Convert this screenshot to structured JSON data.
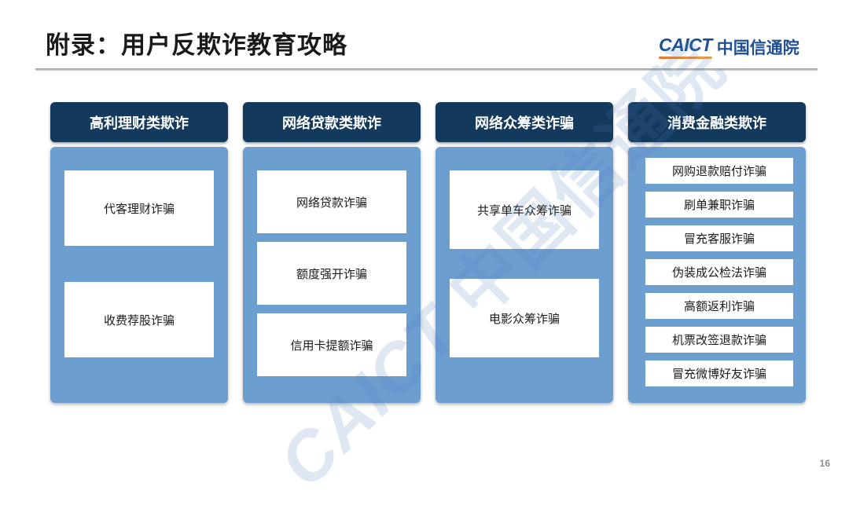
{
  "slide": {
    "title": "附录：用户反欺诈教育攻略",
    "logo_mark": "CAICT",
    "logo_name": "中国信通院",
    "watermark_mark": "CAICT",
    "watermark_name": "中国信通院",
    "page_number": "16"
  },
  "columns": [
    {
      "header": "高利理财类欺诈",
      "items": [
        "代客理财诈骗",
        "收费荐股诈骗"
      ]
    },
    {
      "header": "网络贷款类欺诈",
      "items": [
        "网络贷款诈骗",
        "额度强开诈骗",
        "信用卡提额诈骗"
      ]
    },
    {
      "header": "网络众筹类诈骗",
      "items": [
        "共享单车众筹诈骗",
        "电影众筹诈骗"
      ]
    },
    {
      "header": "消费金融类欺诈",
      "items": [
        "网购退款赔付诈骗",
        "刷单兼职诈骗",
        "冒充客服诈骗",
        "伪装成公检法诈骗",
        "高额返利诈骗",
        "机票改签退款诈骗",
        "冒充微博好友诈骗"
      ]
    }
  ]
}
